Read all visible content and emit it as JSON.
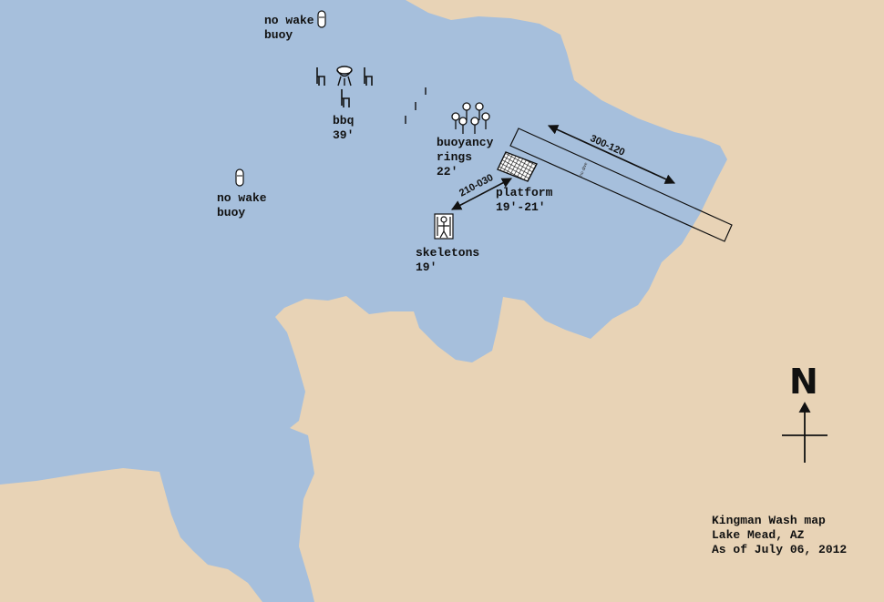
{
  "colors": {
    "water": "#a6bfdc",
    "land": "#e8d3b6",
    "ink": "#111111"
  },
  "labels": {
    "buoy_north": [
      "no wake",
      "buoy"
    ],
    "buoy_west": [
      "no wake",
      "buoy"
    ],
    "bbq": [
      "bbq",
      "39'"
    ],
    "rings": [
      "buoyancy",
      "rings",
      "22'"
    ],
    "platform": [
      "platform",
      "19'-21'"
    ],
    "skeletons": [
      "skeletons",
      "19'"
    ],
    "heading_long": "300-120",
    "heading_short": "210-030",
    "strip_small": "no dive"
  },
  "compass": {
    "letter": "N"
  },
  "caption": [
    "Kingman Wash map",
    "Lake Mead, AZ",
    "As of July 06, 2012"
  ],
  "icons": [
    "buoy-icon",
    "chair-icon",
    "grill-icon",
    "ring-icon",
    "platform-icon",
    "skeleton-icon",
    "arrow-icon",
    "compass-icon"
  ]
}
